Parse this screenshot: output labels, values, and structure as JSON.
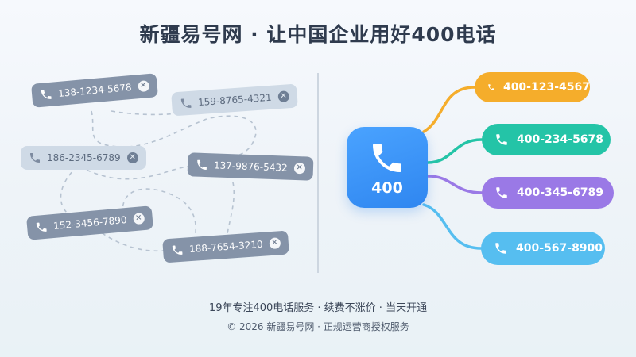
{
  "title": "新疆易号网 · 让中国企业用好400电话",
  "scattered_numbers": [
    {
      "number": "138-1234-5678",
      "style": "dark"
    },
    {
      "number": "159-8765-4321",
      "style": "light"
    },
    {
      "number": "186-2345-6789",
      "style": "light"
    },
    {
      "number": "137-9876-5432",
      "style": "dark"
    },
    {
      "number": "152-3456-7890",
      "style": "dark"
    },
    {
      "number": "188-7654-3210",
      "style": "dark"
    }
  ],
  "hub": {
    "label": "400",
    "color": "#3592f5"
  },
  "lines": [
    {
      "number": "400-123-4567",
      "color": "#f5ad2b"
    },
    {
      "number": "400-234-5678",
      "color": "#24c4a7"
    },
    {
      "number": "400-345-6789",
      "color": "#9a79e6"
    },
    {
      "number": "400-567-8900",
      "color": "#56bef0"
    }
  ],
  "footer": {
    "line1": "19年专注400电话服务 · 续费不涨价 · 当天开通",
    "line2": "© 2026 新疆易号网 · 正规运营商授权服务"
  }
}
